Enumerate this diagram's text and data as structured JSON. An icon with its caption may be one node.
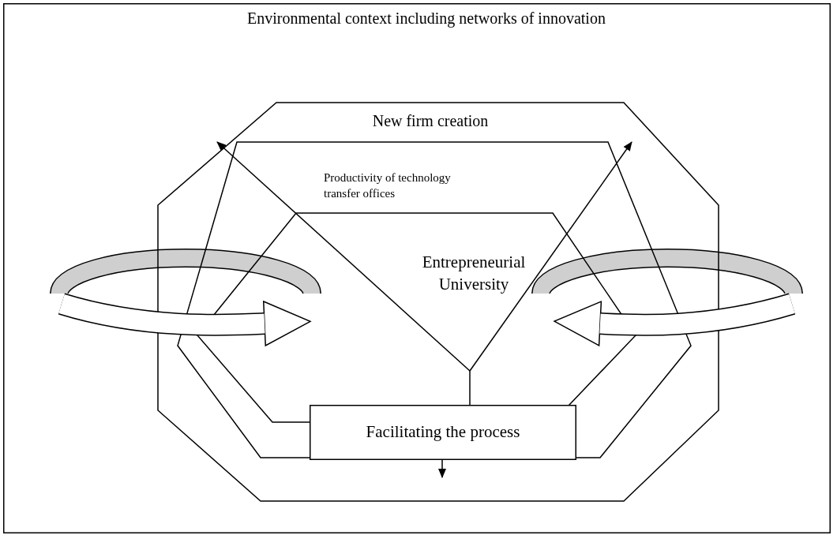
{
  "diagram": {
    "nodes": [
      {
        "text": [
          "Environmental context including networks of innovation"
        ]
      },
      {
        "text": [
          "New firm creation"
        ],
        "in": 0
      },
      {
        "text": [
          "Productivity of technology transfer offices"
        ],
        "in": 1
      },
      {
        "text": [
          "Entrepreneurial University"
        ],
        "in": 2
      },
      {
        "text": [
          "Facilitating the process"
        ],
        "in": 2
      }
    ],
    "edges": [
      {
        "from": 3,
        "to": null,
        "arrow": "to"
      },
      {
        "from": 3,
        "to": null,
        "arrow": "to"
      },
      {
        "from": 3,
        "to": 4,
        "arrow": "none"
      },
      {
        "from": 4,
        "to": null,
        "arrow": "to"
      },
      {
        "from": null,
        "to": 3,
        "arrow": "to",
        "style": "thick"
      },
      {
        "from": null,
        "to": 3,
        "arrow": "to",
        "style": "thick"
      }
    ]
  }
}
